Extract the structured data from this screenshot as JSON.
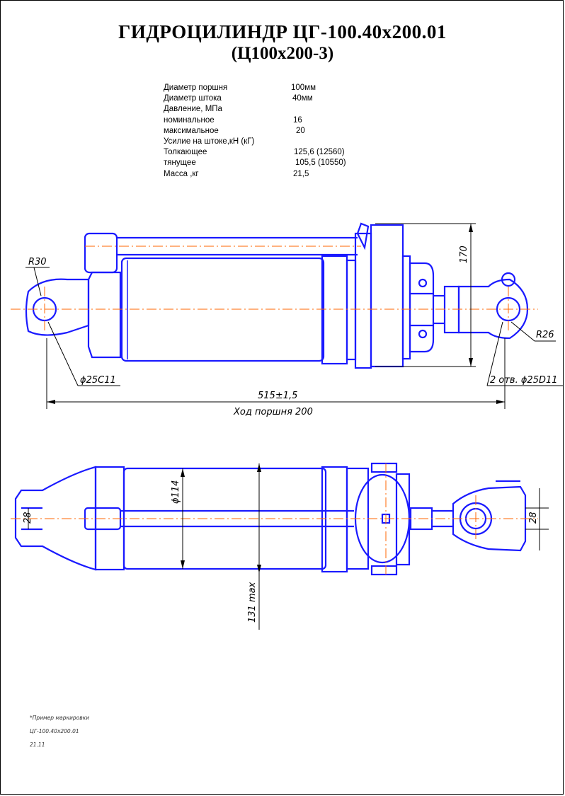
{
  "title": {
    "line1": "ГИДРОЦИЛИНДР  ЦГ-100.40х200.01",
    "line2": "(Ц100х200-3)"
  },
  "specs": [
    {
      "label": "Диаметр поршня",
      "value": "100мм"
    },
    {
      "label": "Диаметр штока",
      "value": "40мм"
    },
    {
      "label": "Давление, МПа",
      "value": ""
    },
    {
      "label": "номинальное",
      "value": "16"
    },
    {
      "label": "максимальное",
      "value": "20"
    },
    {
      "label": "Усилие на штоке,кН (кГ)",
      "value": ""
    },
    {
      "label": "Толкающее",
      "value": "125,6 (12560)"
    },
    {
      "label": "тянущее",
      "value": "105,5 (10550)"
    },
    {
      "label": "Масса ,кг",
      "value": "21,5"
    }
  ],
  "dimensions": {
    "r30": "R30",
    "phi25c11": "ϕ25C11",
    "r26": "R26",
    "holes": "2 отв. ϕ25D11",
    "length": "515±1,5",
    "stroke": "Ход поршня 200",
    "h170": "170",
    "phi114": "ϕ114",
    "max131": "131 max",
    "w28_left": "28",
    "w28_right": "28"
  },
  "notes": {
    "example": "*Пример маркировки",
    "code": "ЦГ-100.40х200.01",
    "date": "21.11"
  },
  "colors": {
    "outline": "#1a1aff",
    "centerline": "#ff6600",
    "dimension": "#000000"
  }
}
